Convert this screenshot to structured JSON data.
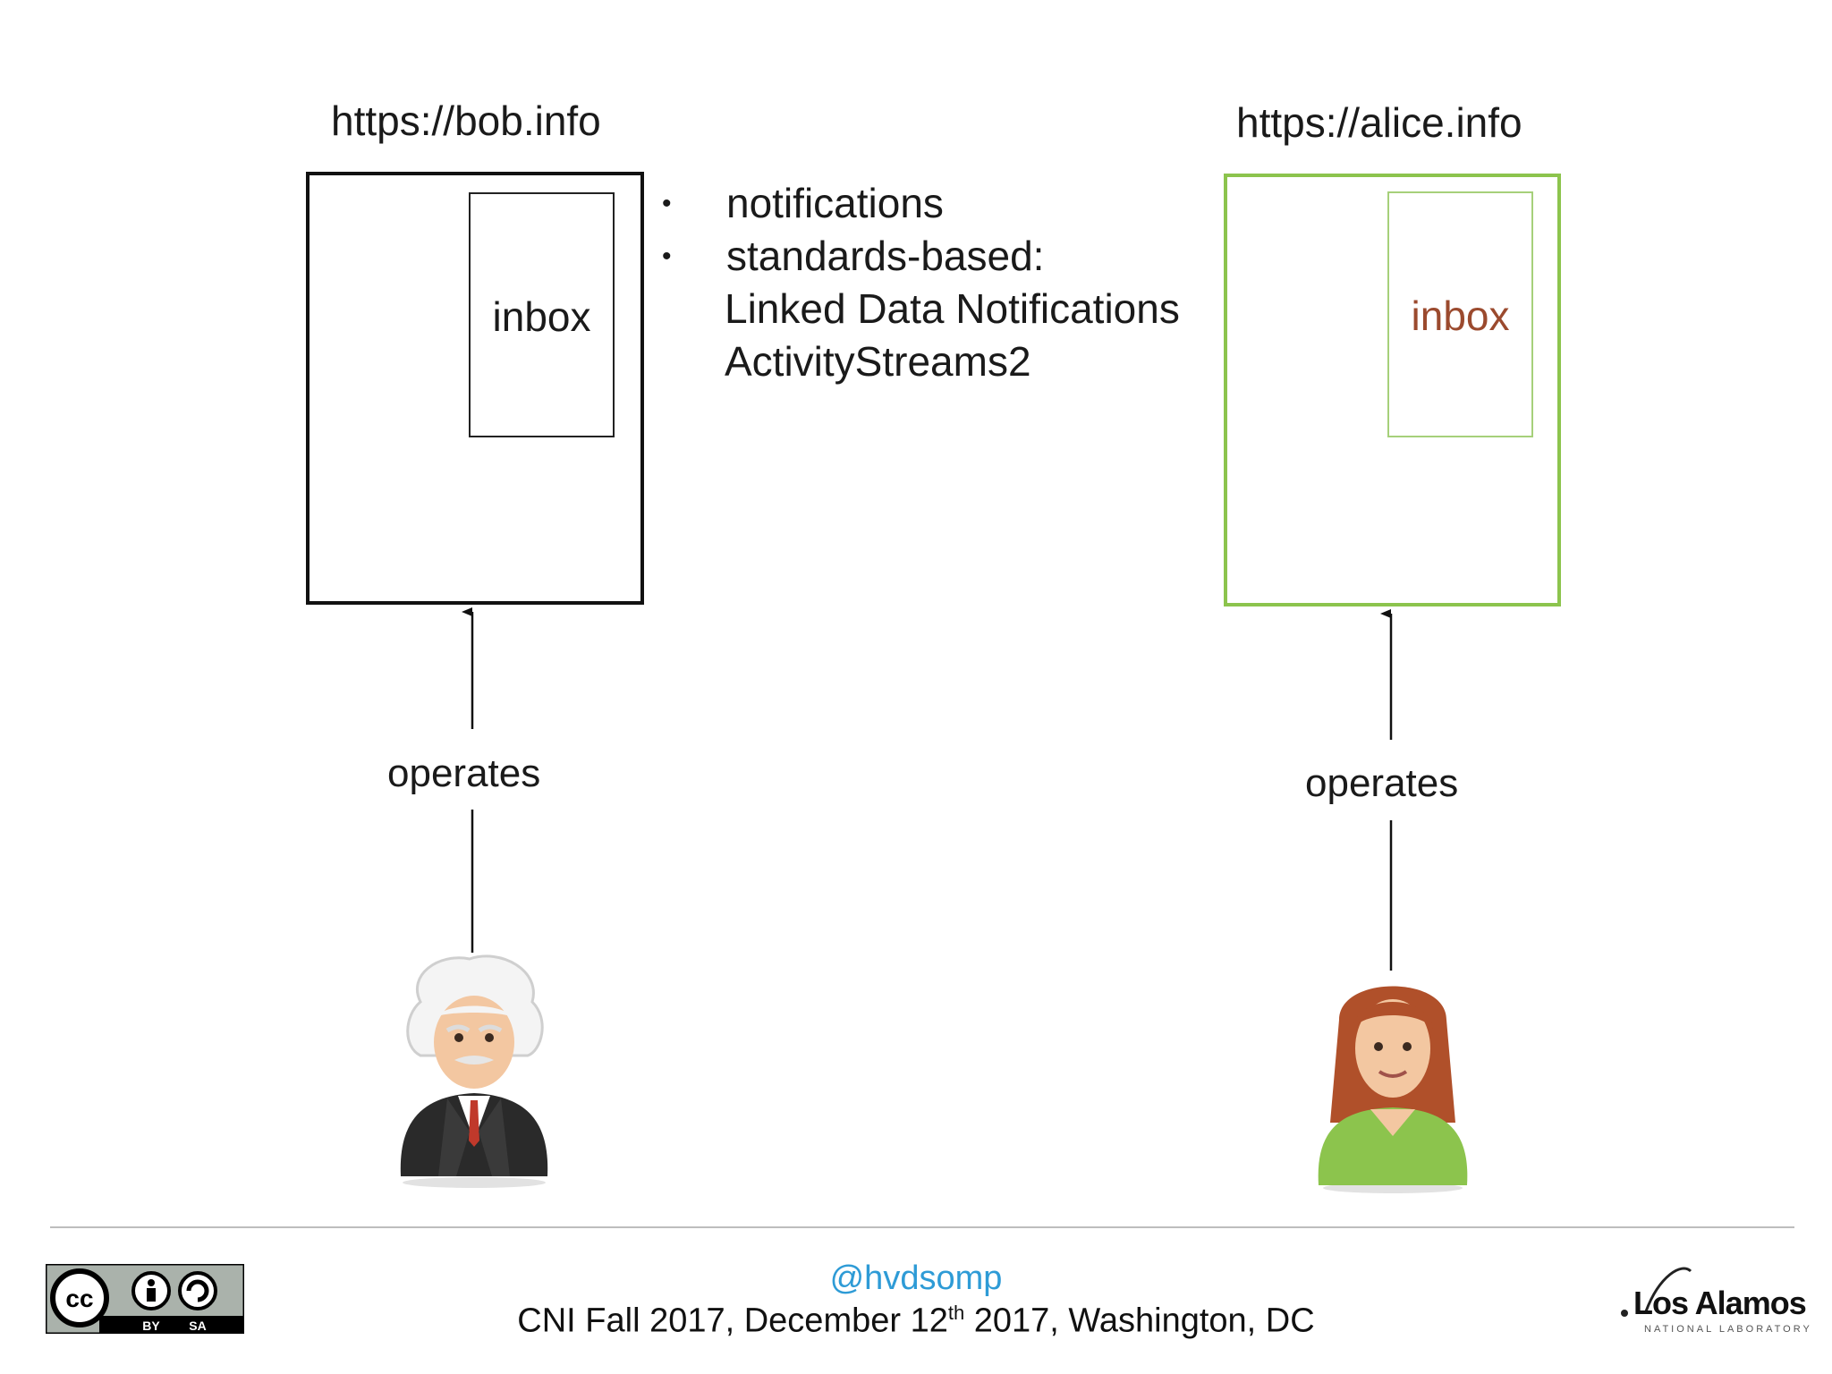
{
  "diagram": {
    "left_site": {
      "url": "https://bob.info",
      "inbox_label": "inbox",
      "operator_label": "operates",
      "avatar": "einstein-avatar"
    },
    "right_site": {
      "url": "https://alice.info",
      "inbox_label": "inbox",
      "operator_label": "operates",
      "avatar": "woman-avatar",
      "accent_color": "#8cc44d"
    },
    "bullets": [
      "notifications",
      "standards-based:"
    ],
    "sub_items": [
      "Linked Data Notifications",
      "ActivityStreams2"
    ]
  },
  "footer": {
    "handle": "@hvdsomp",
    "event_prefix": "CNI Fall 2017, December 12",
    "event_sup": "th",
    "event_suffix": " 2017, Washington, DC",
    "license_badge": "cc-by-sa-badge",
    "logo_text": "Los Alamos",
    "logo_subtext": "NATIONAL LABORATORY"
  }
}
